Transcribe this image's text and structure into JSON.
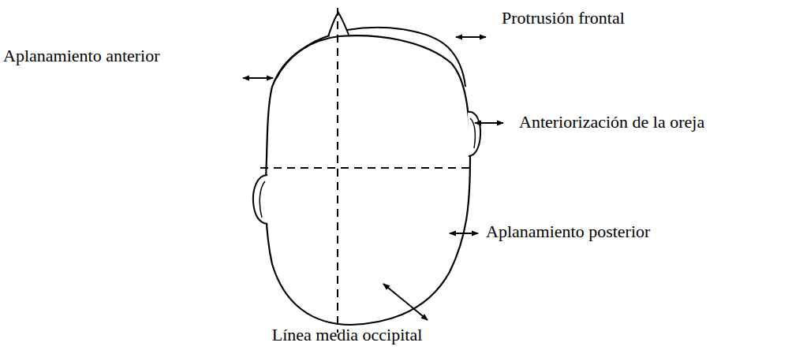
{
  "diagram": {
    "labels": [
      "Protrusión frontal",
      "Aplanamiento anterior",
      "Anteriorización de la oreja",
      "Aplanamiento posterior",
      "Línea media occipital"
    ]
  }
}
